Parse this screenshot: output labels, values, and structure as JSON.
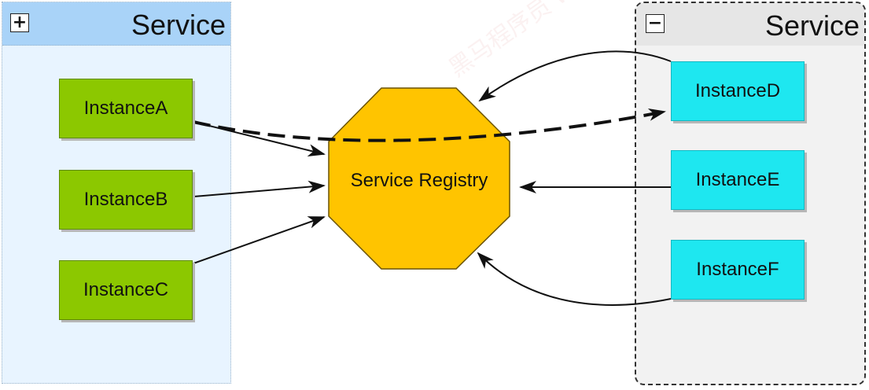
{
  "groups": {
    "left": {
      "title": "Service",
      "toggle": "+"
    },
    "right": {
      "title": "Service",
      "toggle": "−"
    }
  },
  "registry": {
    "label": "Service Registry"
  },
  "instances": {
    "a": "InstanceA",
    "b": "InstanceB",
    "c": "InstanceC",
    "d": "InstanceD",
    "e": "InstanceE",
    "f": "InstanceF"
  },
  "colors": {
    "left_group_bg": "#e8f4ff",
    "left_header_bg": "#a9d3f8",
    "right_group_bg": "#f2f2f2",
    "green_instance": "#8cc800",
    "cyan_instance": "#1ee7f0",
    "registry_fill": "#ffc400"
  },
  "watermark": "黑马程序员 www.itheima.com"
}
